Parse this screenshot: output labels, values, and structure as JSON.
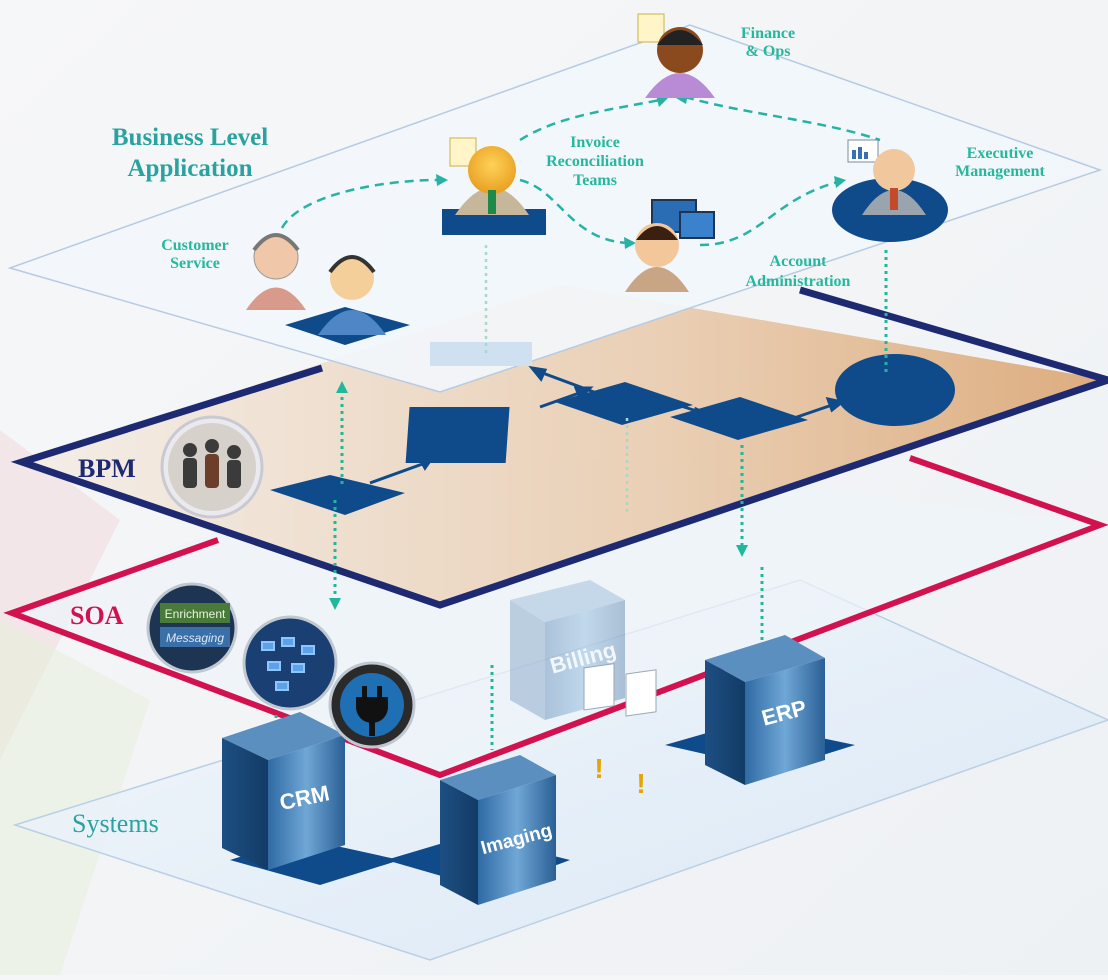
{
  "layers": {
    "business": "Business Level\nApplication",
    "bpm": "BPM",
    "soa": "SOA",
    "systems": "Systems"
  },
  "roles": {
    "customer_service": "Customer\nService",
    "invoice_teams": "Invoice\nReconciliation\nTeams",
    "finance_ops": "Finance\n& Ops",
    "executive": "Executive\nManagement",
    "account_admin": "Account\nAdministration"
  },
  "soa_badges": {
    "enrichment": "Enrichment",
    "messaging": "Messaging"
  },
  "servers": {
    "crm": "CRM",
    "imaging": "Imaging",
    "billing": "Billing",
    "erp": "ERP"
  },
  "alerts": [
    "!",
    "!"
  ],
  "colors": {
    "teal": "#2aa3a0",
    "navy": "#1d2a72",
    "magenta": "#d2124f",
    "node": "#0f4a8a"
  }
}
